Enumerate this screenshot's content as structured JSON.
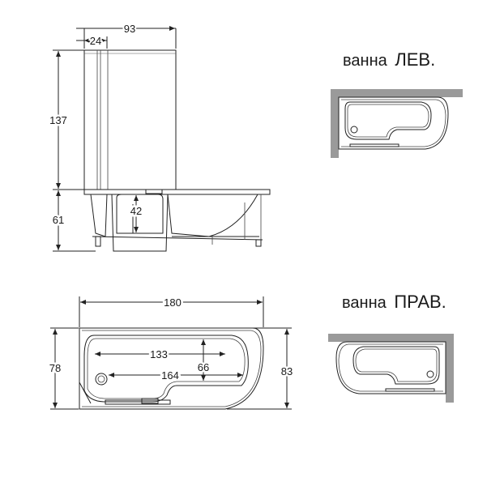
{
  "side_view": {
    "width_total": "93",
    "width_panel": "24",
    "height_screen": "137",
    "height_tub": "61",
    "height_door": "42"
  },
  "top_view": {
    "length": "180",
    "inner_length": "133",
    "inner_length_2": "164",
    "inner_width": "66",
    "width_left": "78",
    "width_right": "83"
  },
  "left_label": {
    "prefix": "ванна",
    "variant": "ЛЕВ."
  },
  "right_label": {
    "prefix": "ванна",
    "variant": "ПРАВ."
  },
  "colors": {
    "wall": "#9a9a9a",
    "line": "#222222"
  }
}
